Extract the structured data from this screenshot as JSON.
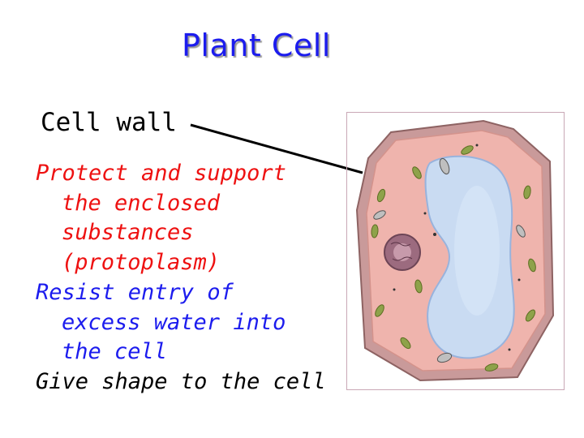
{
  "title": "Plant Cell",
  "term": "Cell wall",
  "colors": {
    "title": "#1c1cee",
    "function_red": "#ee1111",
    "function_blue": "#1c1cee",
    "function_black": "#000000"
  },
  "functions": [
    {
      "lines": [
        "Protect and support",
        "the enclosed",
        "substances",
        "(protoplasm)"
      ],
      "color": "#ee1111"
    },
    {
      "lines": [
        "Resist entry of",
        "excess water into",
        "the cell"
      ],
      "color": "#1c1cee"
    },
    {
      "lines": [
        "Give shape to the cell"
      ],
      "color": "#000000"
    }
  ],
  "illustration": "plant-cell-diagram"
}
